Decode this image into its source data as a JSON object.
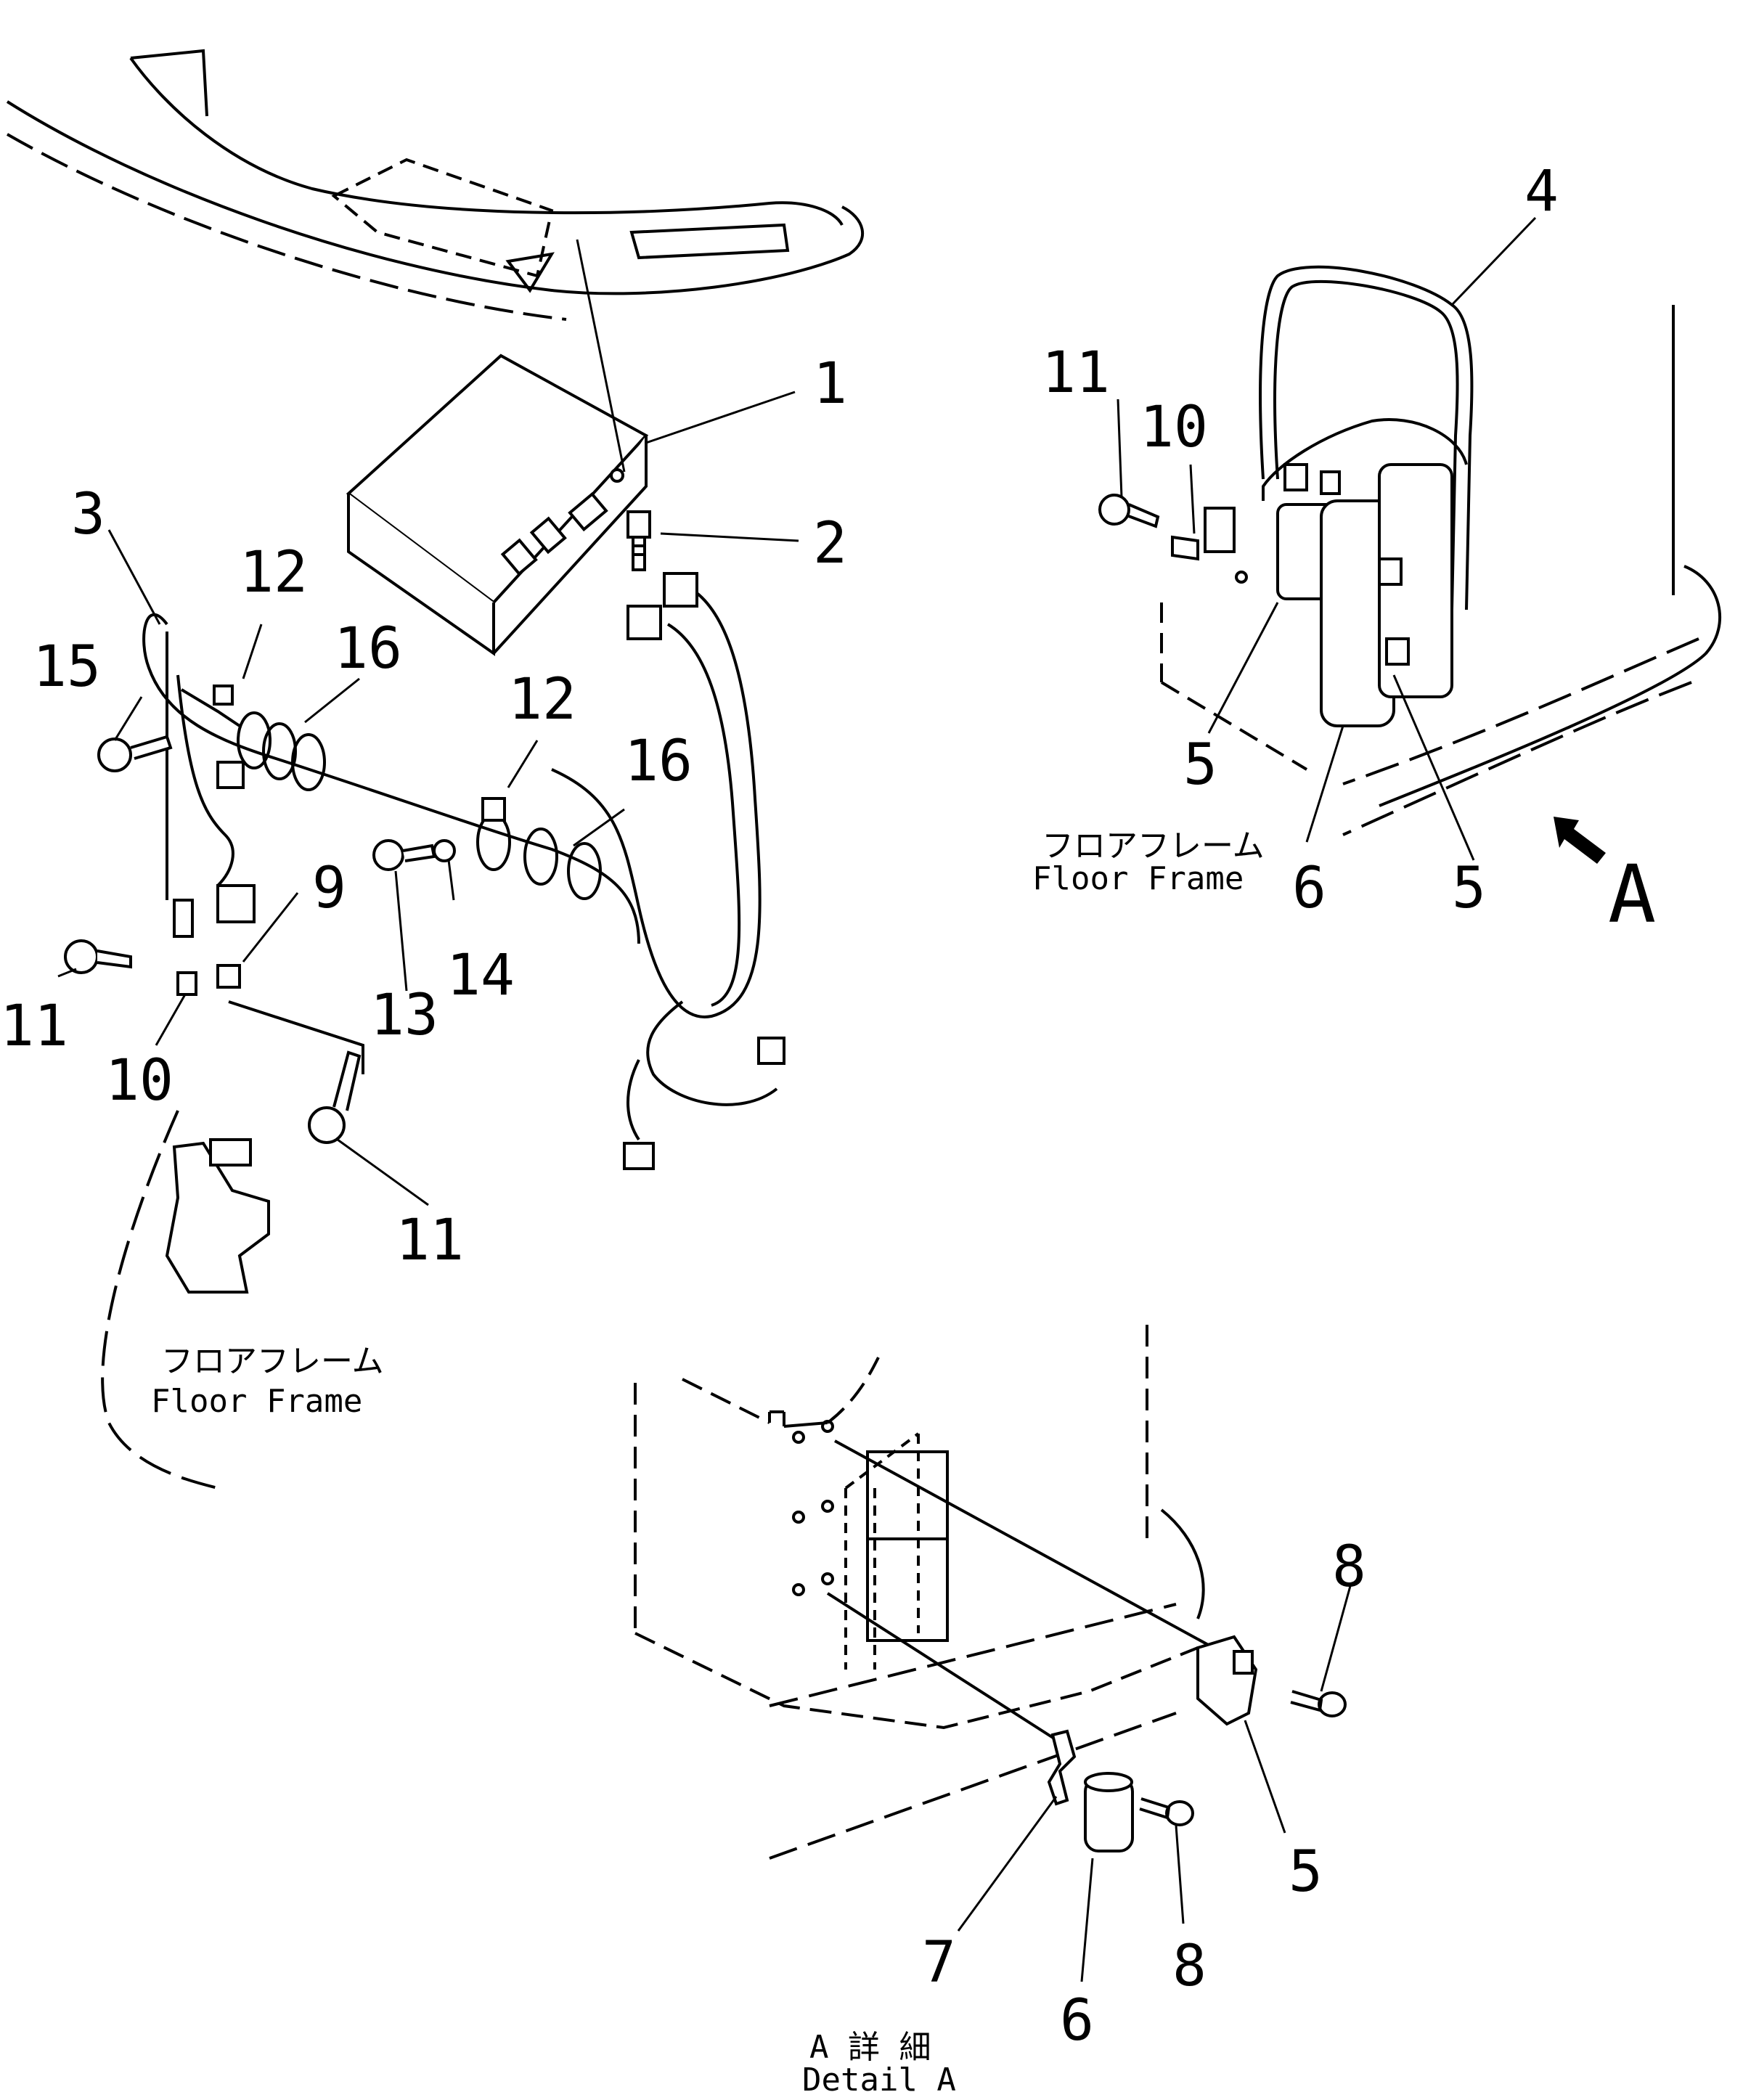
{
  "callouts": [
    {
      "id": "c1",
      "text": "1"
    },
    {
      "id": "c2",
      "text": "2"
    },
    {
      "id": "c3",
      "text": "3"
    },
    {
      "id": "c12a",
      "text": "12"
    },
    {
      "id": "c16a",
      "text": "16"
    },
    {
      "id": "c15",
      "text": "15"
    },
    {
      "id": "c12b",
      "text": "12"
    },
    {
      "id": "c16b",
      "text": "16"
    },
    {
      "id": "c9",
      "text": "9"
    },
    {
      "id": "c14",
      "text": "14"
    },
    {
      "id": "c13",
      "text": "13"
    },
    {
      "id": "c11a",
      "text": "11"
    },
    {
      "id": "c10a",
      "text": "10"
    },
    {
      "id": "c11b",
      "text": "11"
    },
    {
      "id": "c4",
      "text": "4"
    },
    {
      "id": "c11c",
      "text": "11"
    },
    {
      "id": "c10b",
      "text": "10"
    },
    {
      "id": "c5a",
      "text": "5"
    },
    {
      "id": "c6a",
      "text": "6"
    },
    {
      "id": "c5b",
      "text": "5"
    },
    {
      "id": "c8a",
      "text": "8"
    },
    {
      "id": "c5c",
      "text": "5"
    },
    {
      "id": "c7",
      "text": "7"
    },
    {
      "id": "c8b",
      "text": "8"
    },
    {
      "id": "c6b",
      "text": "6"
    }
  ],
  "labels": {
    "floor_frame_jp": "フロアフレーム",
    "floor_frame_en": "Floor Frame",
    "view_a": "A",
    "detail_jp": "A 詳 細",
    "detail_en": "Detail A"
  }
}
